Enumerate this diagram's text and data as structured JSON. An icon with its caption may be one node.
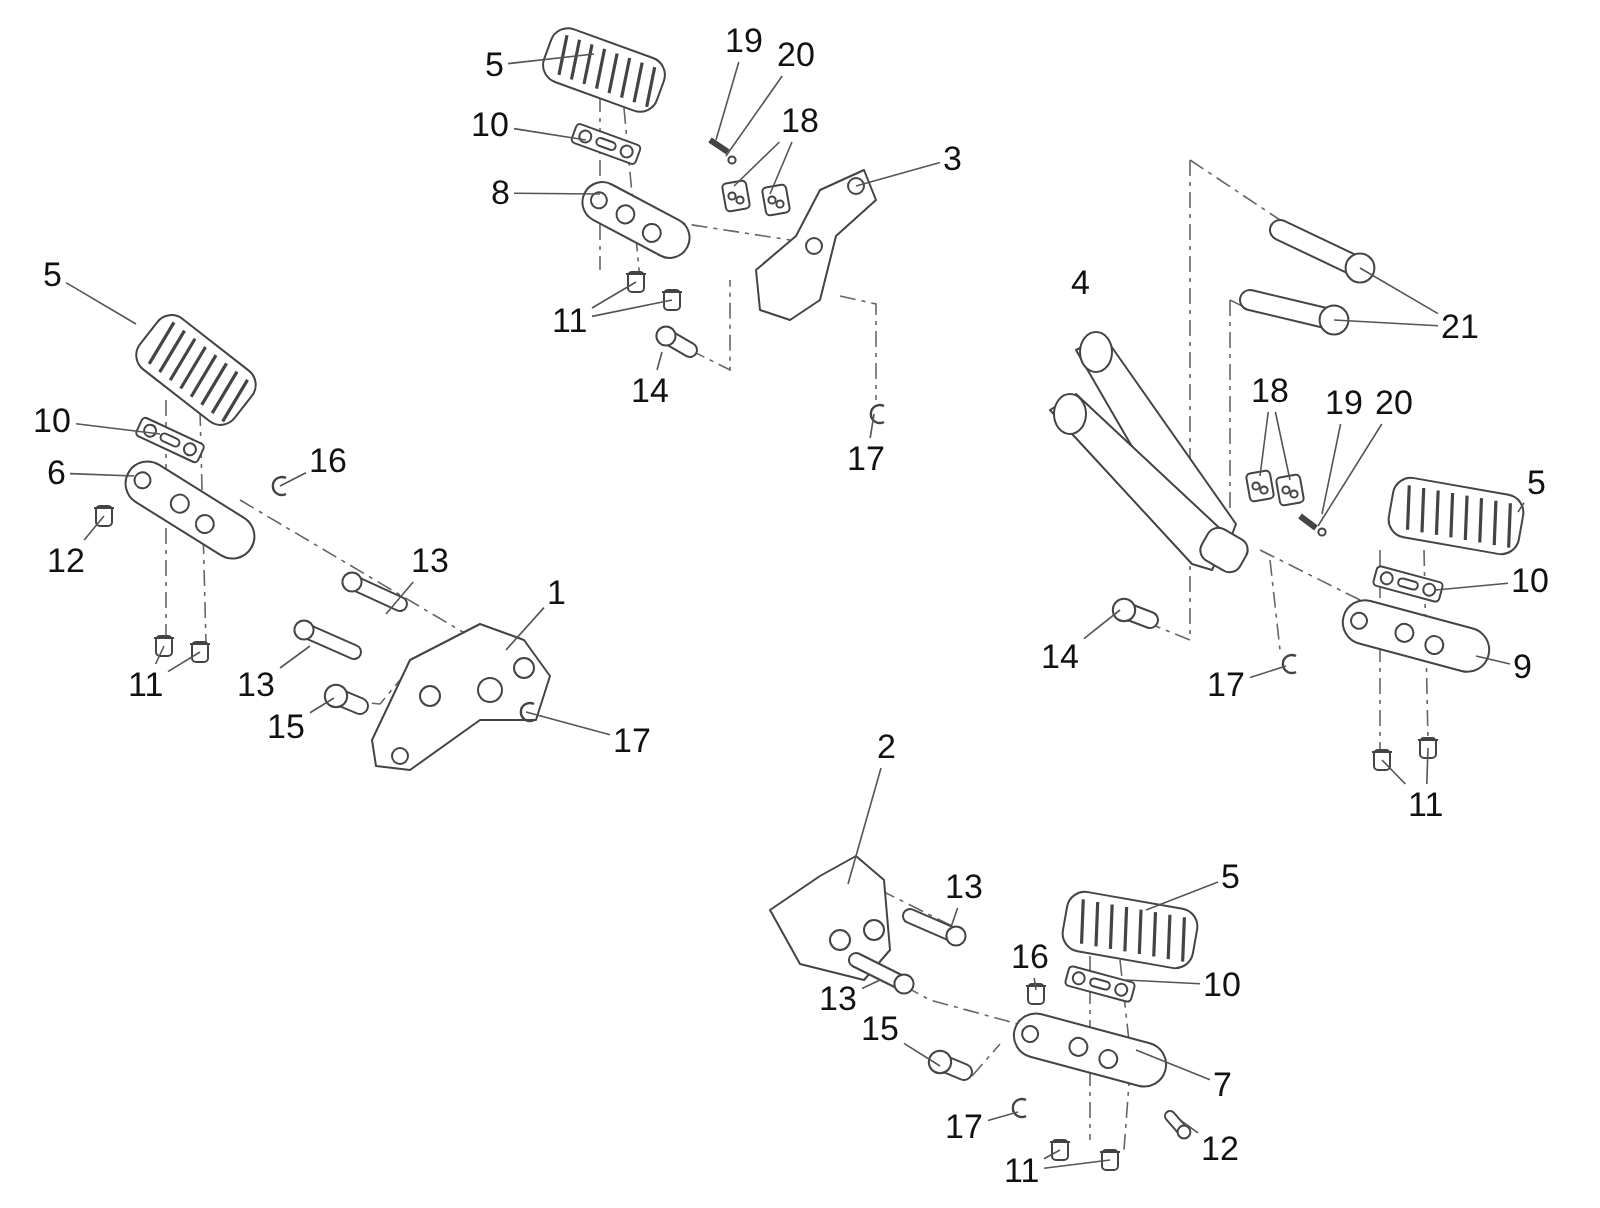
{
  "diagram": {
    "nodes": [
      {
        "text": [
          "19"
        ]
      },
      {
        "text": [
          "20"
        ]
      },
      {
        "text": [
          "5"
        ]
      },
      {
        "text": [
          "18"
        ]
      },
      {
        "text": [
          "10"
        ]
      },
      {
        "text": [
          "3"
        ]
      },
      {
        "text": [
          "8"
        ]
      },
      {
        "text": [
          "5"
        ]
      },
      {
        "text": [
          "11"
        ]
      },
      {
        "text": [
          "21"
        ]
      },
      {
        "text": [
          "14"
        ]
      },
      {
        "text": [
          "18"
        ]
      },
      {
        "text": [
          "19"
        ]
      },
      {
        "text": [
          "20"
        ]
      },
      {
        "text": [
          "10"
        ]
      },
      {
        "text": [
          "17"
        ]
      },
      {
        "text": [
          "16"
        ]
      },
      {
        "text": [
          "6"
        ]
      },
      {
        "text": [
          "5"
        ]
      },
      {
        "text": [
          "12"
        ]
      },
      {
        "text": [
          "13"
        ]
      },
      {
        "text": [
          "10"
        ]
      },
      {
        "text": [
          "1"
        ]
      },
      {
        "text": [
          "14"
        ]
      },
      {
        "text": [
          "9"
        ]
      },
      {
        "text": [
          "11"
        ]
      },
      {
        "text": [
          "13"
        ]
      },
      {
        "text": [
          "17"
        ]
      },
      {
        "text": [
          "15"
        ]
      },
      {
        "text": [
          "17"
        ]
      },
      {
        "text": [
          "2"
        ]
      },
      {
        "text": [
          "11"
        ]
      },
      {
        "text": [
          "5"
        ]
      },
      {
        "text": [
          "13"
        ]
      },
      {
        "text": [
          "16"
        ]
      },
      {
        "text": [
          "10"
        ]
      },
      {
        "text": [
          "13"
        ]
      },
      {
        "text": [
          "15"
        ]
      },
      {
        "text": [
          "7"
        ]
      },
      {
        "text": [
          "17"
        ]
      },
      {
        "text": [
          "12"
        ]
      },
      {
        "text": [
          "11"
        ]
      }
    ],
    "edges": [
      {
        "from": 0,
        "to": null,
        "arrow": "none"
      },
      {
        "from": 1,
        "to": null,
        "arrow": "none"
      },
      {
        "from": 2,
        "to": null,
        "arrow": "none"
      },
      {
        "from": 3,
        "to": null,
        "arrow": "none"
      },
      {
        "from": 3,
        "to": null,
        "arrow": "none"
      },
      {
        "from": 4,
        "to": null,
        "arrow": "none"
      },
      {
        "from": 5,
        "to": null,
        "arrow": "none"
      },
      {
        "from": 6,
        "to": null,
        "arrow": "none"
      },
      {
        "from": 7,
        "to": null,
        "arrow": "none"
      },
      {
        "from": 8,
        "to": null,
        "arrow": "none"
      },
      {
        "from": 8,
        "to": null,
        "arrow": "none"
      },
      {
        "from": 9,
        "to": null,
        "arrow": "none"
      },
      {
        "from": 9,
        "to": null,
        "arrow": "none"
      },
      {
        "from": 10,
        "to": null,
        "arrow": "none"
      },
      {
        "from": 11,
        "to": null,
        "arrow": "none"
      },
      {
        "from": 11,
        "to": null,
        "arrow": "none"
      },
      {
        "from": 12,
        "to": null,
        "arrow": "none"
      },
      {
        "from": 13,
        "to": null,
        "arrow": "none"
      },
      {
        "from": 14,
        "to": null,
        "arrow": "none"
      },
      {
        "from": 15,
        "to": null,
        "arrow": "none"
      },
      {
        "from": 16,
        "to": null,
        "arrow": "none"
      },
      {
        "from": 17,
        "to": null,
        "arrow": "none"
      },
      {
        "from": 18,
        "to": null,
        "arrow": "none"
      },
      {
        "from": 19,
        "to": null,
        "arrow": "none"
      },
      {
        "from": 20,
        "to": null,
        "arrow": "none"
      },
      {
        "from": 21,
        "to": null,
        "arrow": "none"
      },
      {
        "from": 22,
        "to": null,
        "arrow": "none"
      },
      {
        "from": 23,
        "to": null,
        "arrow": "none"
      },
      {
        "from": 24,
        "to": null,
        "arrow": "none"
      },
      {
        "from": 25,
        "to": null,
        "arrow": "none"
      },
      {
        "from": 25,
        "to": null,
        "arrow": "none"
      },
      {
        "from": 26,
        "to": null,
        "arrow": "none"
      },
      {
        "from": 27,
        "to": null,
        "arrow": "none"
      },
      {
        "from": 28,
        "to": null,
        "arrow": "none"
      },
      {
        "from": 29,
        "to": null,
        "arrow": "none"
      },
      {
        "from": 30,
        "to": null,
        "arrow": "none"
      },
      {
        "from": 31,
        "to": null,
        "arrow": "none"
      },
      {
        "from": 31,
        "to": null,
        "arrow": "none"
      },
      {
        "from": 32,
        "to": null,
        "arrow": "none"
      },
      {
        "from": 33,
        "to": null,
        "arrow": "none"
      },
      {
        "from": 34,
        "to": null,
        "arrow": "none"
      },
      {
        "from": 35,
        "to": null,
        "arrow": "none"
      },
      {
        "from": 36,
        "to": null,
        "arrow": "none"
      },
      {
        "from": 37,
        "to": null,
        "arrow": "none"
      },
      {
        "from": 38,
        "to": null,
        "arrow": "none"
      },
      {
        "from": 39,
        "to": null,
        "arrow": "none"
      },
      {
        "from": 40,
        "to": null,
        "arrow": "none"
      },
      {
        "from": 41,
        "to": null,
        "arrow": "none"
      },
      {
        "from": 41,
        "to": null,
        "arrow": "none"
      }
    ],
    "labels": [
      "4"
    ]
  }
}
